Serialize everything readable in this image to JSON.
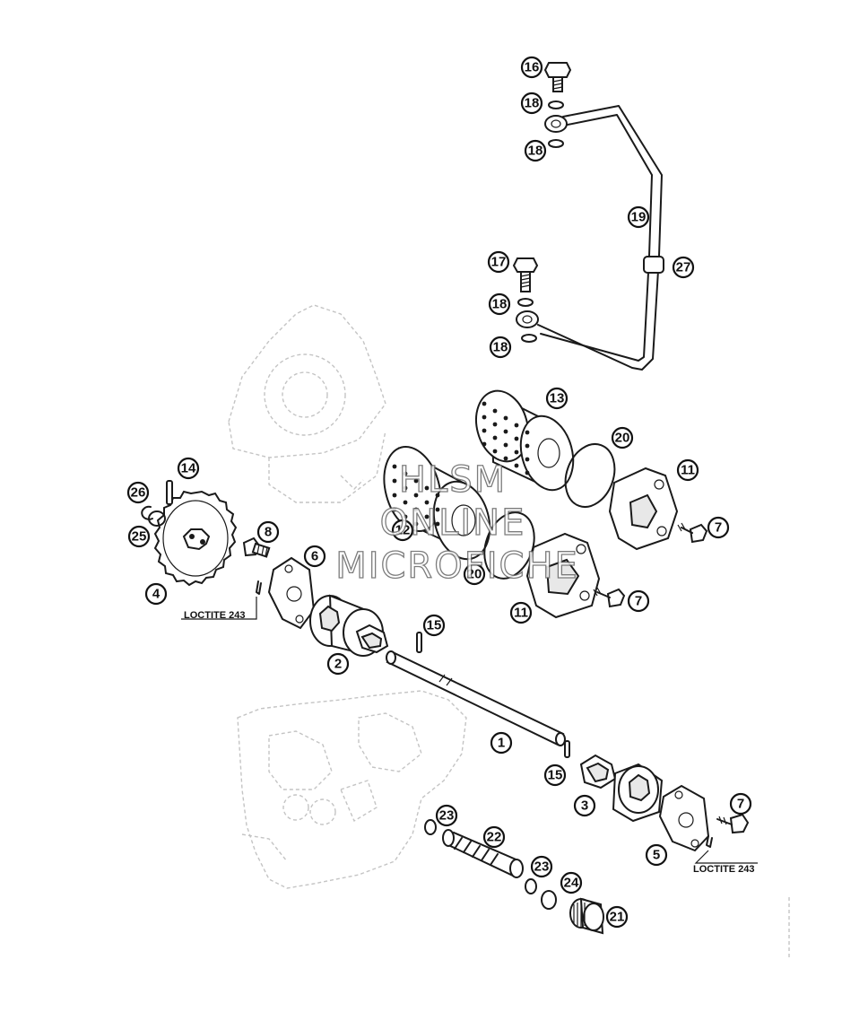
{
  "watermark": {
    "line1": "HLSM",
    "line2": "ONLINE",
    "line3": "MICROFICHE"
  },
  "notes": {
    "loctite_left": "LOCTITE 243",
    "loctite_right": "LOCTITE 243"
  },
  "callouts": [
    {
      "id": "c16",
      "label": "16"
    },
    {
      "id": "c18a",
      "label": "18"
    },
    {
      "id": "c18b",
      "label": "18"
    },
    {
      "id": "c19",
      "label": "19"
    },
    {
      "id": "c27",
      "label": "27"
    },
    {
      "id": "c17",
      "label": "17"
    },
    {
      "id": "c18c",
      "label": "18"
    },
    {
      "id": "c18d",
      "label": "18"
    },
    {
      "id": "c13",
      "label": "13"
    },
    {
      "id": "c20a",
      "label": "20"
    },
    {
      "id": "c11a",
      "label": "11"
    },
    {
      "id": "c7a",
      "label": "7"
    },
    {
      "id": "c14",
      "label": "14"
    },
    {
      "id": "c26",
      "label": "26"
    },
    {
      "id": "c25",
      "label": "25"
    },
    {
      "id": "c4",
      "label": "4"
    },
    {
      "id": "c8",
      "label": "8"
    },
    {
      "id": "c6",
      "label": "6"
    },
    {
      "id": "c12",
      "label": "12"
    },
    {
      "id": "c20b",
      "label": "20"
    },
    {
      "id": "c11b",
      "label": "11"
    },
    {
      "id": "c7b",
      "label": "7"
    },
    {
      "id": "c2",
      "label": "2"
    },
    {
      "id": "c15a",
      "label": "15"
    },
    {
      "id": "c1",
      "label": "1"
    },
    {
      "id": "c15b",
      "label": "15"
    },
    {
      "id": "c3",
      "label": "3"
    },
    {
      "id": "c7c",
      "label": "7"
    },
    {
      "id": "c5",
      "label": "5"
    },
    {
      "id": "c23a",
      "label": "23"
    },
    {
      "id": "c22",
      "label": "22"
    },
    {
      "id": "c23b",
      "label": "23"
    },
    {
      "id": "c24",
      "label": "24"
    },
    {
      "id": "c21",
      "label": "21"
    }
  ]
}
